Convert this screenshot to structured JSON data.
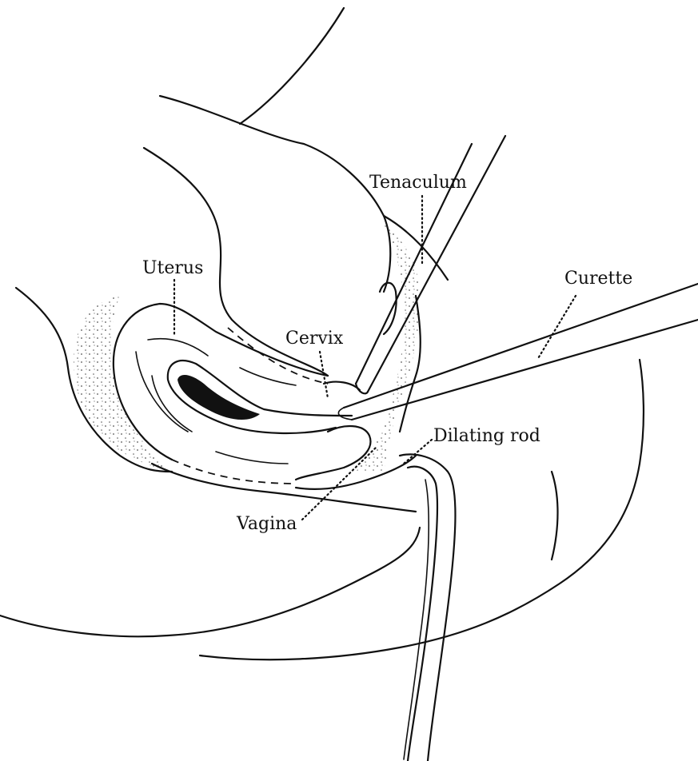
{
  "labels": {
    "tenaculum": "Tenaculum",
    "uterus": "Uterus",
    "curette": "Curette",
    "cervix": "Cervix",
    "dilating_rod": "Dilating rod",
    "vagina": "Vagina"
  }
}
